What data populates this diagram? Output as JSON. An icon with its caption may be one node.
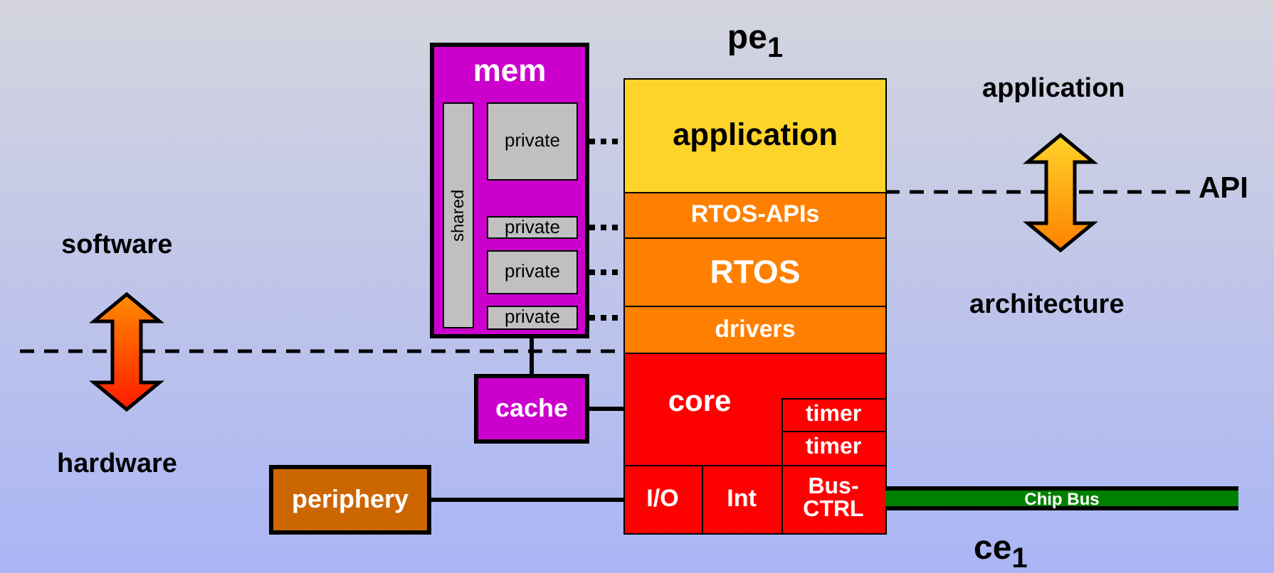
{
  "diagram": {
    "nodes": [
      {
        "text": [
          "mem"
        ]
      },
      {
        "text": [
          "shared"
        ],
        "in": 0
      },
      {
        "text": [
          "private"
        ],
        "in": 0
      },
      {
        "text": [
          "private"
        ],
        "in": 0
      },
      {
        "text": [
          "private"
        ],
        "in": 0
      },
      {
        "text": [
          "private"
        ],
        "in": 0
      },
      {
        "text": [
          "pe$_{1}$"
        ]
      },
      {
        "text": [
          "application"
        ],
        "in": 6
      },
      {
        "text": [
          "RTOS-APIs"
        ],
        "in": 6
      },
      {
        "text": [
          "RTOS"
        ],
        "in": 6
      },
      {
        "text": [
          "drivers"
        ],
        "in": 6
      },
      {
        "text": [
          "core"
        ],
        "in": 6
      },
      {
        "text": [
          "timer"
        ],
        "in": 11
      },
      {
        "text": [
          "timer"
        ],
        "in": 11
      },
      {
        "text": [
          "I/O"
        ],
        "in": 11
      },
      {
        "text": [
          "Int"
        ],
        "in": 11
      },
      {
        "text": [
          "Bus-CTRL"
        ],
        "in": 11
      },
      {
        "text": [
          "cache"
        ]
      },
      {
        "text": [
          "periphery"
        ]
      },
      {
        "text": [
          "Chip Bus"
        ]
      }
    ],
    "edges": [
      {
        "from": 2,
        "to": 7,
        "arrow": "none",
        "style": "dashed"
      },
      {
        "from": 3,
        "to": 8,
        "arrow": "none",
        "style": "dashed"
      },
      {
        "from": 4,
        "to": 9,
        "arrow": "none",
        "style": "dashed"
      },
      {
        "from": 5,
        "to": 10,
        "arrow": "none",
        "style": "dashed"
      },
      {
        "from": 0,
        "to": 17,
        "arrow": "none"
      },
      {
        "from": 17,
        "to": 11,
        "arrow": "none"
      },
      {
        "from": 18,
        "to": 14,
        "arrow": "none"
      }
    ],
    "labels": [
      "application",
      "software",
      "API",
      "architecture",
      "hardware",
      "ce$_{1}$"
    ]
  }
}
